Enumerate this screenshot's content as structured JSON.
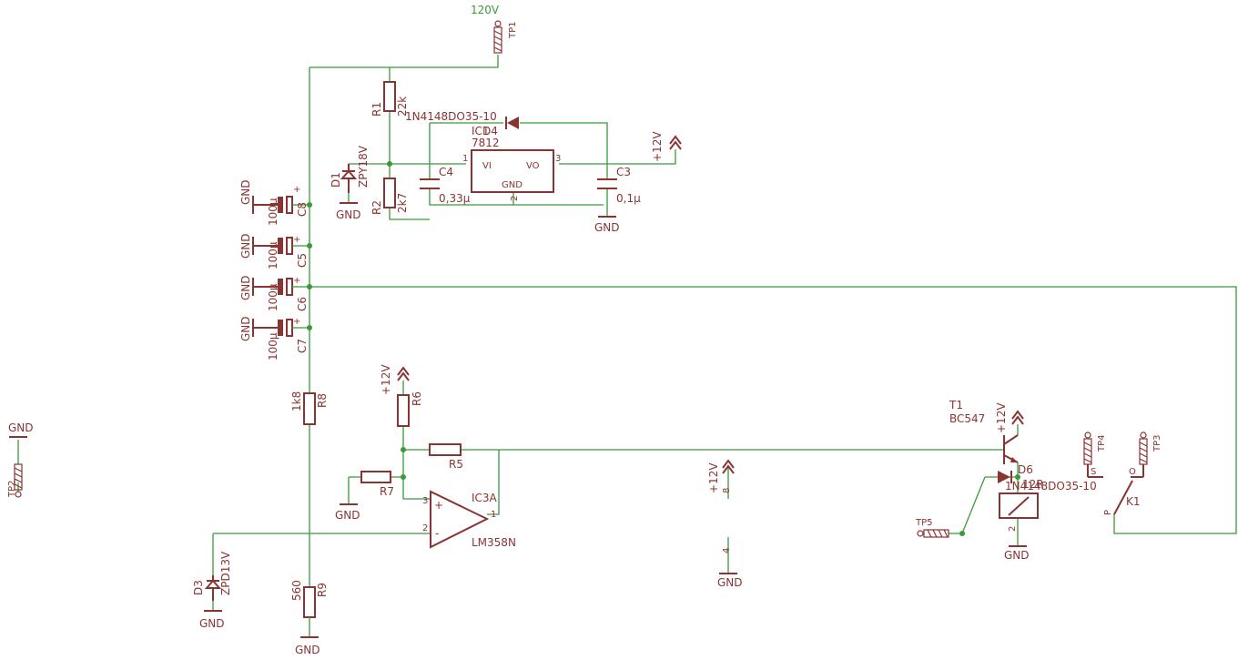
{
  "schematic": {
    "net_120v": "120V",
    "gnd": "GND",
    "plus12v": "+12V",
    "tp1": "TP1",
    "tp2": "TP2",
    "tp3": "TP3",
    "tp4": "TP4",
    "tp5": "TP5",
    "r1": "R1",
    "r1_val": "22k",
    "r2": "R2",
    "r2_val": "2k7",
    "r5": "R5",
    "r6": "R6",
    "r7": "R7",
    "r8": "R8",
    "r8_val": "1k8",
    "r9": "R9",
    "r9_val": "560",
    "d1": "D1",
    "d1_val": "ZPY18V",
    "d3": "D3",
    "d3_val": "ZPD13V",
    "d4_val": "1N4148DO35-10",
    "d4": "D4",
    "d6": "D6",
    "d6_val": "1N4148DO35-10",
    "ic1": "IC1",
    "ic1_val": "7812",
    "ic_vi": "VI",
    "ic_vo": "VO",
    "ic_gnd": "GND",
    "pin1": "1",
    "pin2": "2",
    "pin3": "3",
    "pin4": "4",
    "pin8": "8",
    "c3": "C3",
    "c3_val": "0,1µ",
    "c4": "C4",
    "c4_val": "0,33µ",
    "c5": "C5",
    "c6": "C6",
    "c7": "C7",
    "c8": "C8",
    "cap_val": "100µ",
    "ic3": "IC3A",
    "ic3_val": "LM358N",
    "t1": "T1",
    "t1_val": "BC547",
    "k1": "K1",
    "k1_coil": "12R",
    "k1_s": "S",
    "k1_o": "O",
    "k1_p": "P",
    "plus": "+",
    "minus": "-"
  }
}
